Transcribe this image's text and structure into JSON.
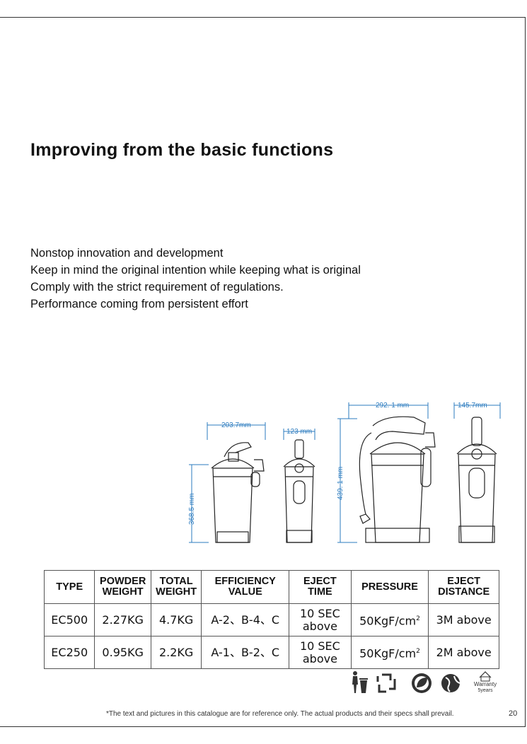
{
  "title": "Improving from the basic functions",
  "intro_lines": [
    "Nonstop innovation and development",
    "Keep in mind the original intention while keeping what is original",
    "Comply with the strict requirement of regulations.",
    "Performance coming from persistent effort"
  ],
  "dimensions": {
    "small_width": "203.7mm",
    "small_depth": "123 mm",
    "small_height": "368.5 mm",
    "large_width": "292. 1 mm",
    "large_depth": "145.7mm",
    "large_height": "439. 1 mm"
  },
  "table": {
    "headers": [
      {
        "l1": "TYPE",
        "l2": ""
      },
      {
        "l1": "POWDER",
        "l2": "WEIGHT"
      },
      {
        "l1": "TOTAL",
        "l2": "WEIGHT"
      },
      {
        "l1": "EFFICIENCY",
        "l2": "VALUE"
      },
      {
        "l1": "EJECT",
        "l2": "TIME"
      },
      {
        "l1": "PRESSURE",
        "l2": ""
      },
      {
        "l1": "EJECT",
        "l2": "DISTANCE"
      }
    ],
    "rows": [
      {
        "type": "EC500",
        "powder": "2.27KG",
        "total": "4.7KG",
        "efficiency": "A-2、B-4、C",
        "time1": "10 SEC",
        "time2": "above",
        "pressure": "50KgF/cm",
        "sup": "2",
        "distance": "3M above"
      },
      {
        "type": "EC250",
        "powder": "0.95KG",
        "total": "2.2KG",
        "efficiency": "A-1、B-2、C",
        "time1": "10 SEC",
        "time2": "above",
        "pressure": "50KgF/cm",
        "sup": "2",
        "distance": "2M above"
      }
    ]
  },
  "icons": [
    "no-littering-icon",
    "recycle-icon",
    "eco-leaf-icon",
    "globe-icon",
    "warranty-icon"
  ],
  "warranty_line1": "Warranty",
  "warranty_line2": "5years",
  "footnote": "*The text and pictures in this catalogue are for reference only. The actual products and their specs shall prevail.",
  "page_number": "20",
  "colors": {
    "dimension_line": "#2b7bbf",
    "text": "#111111"
  }
}
